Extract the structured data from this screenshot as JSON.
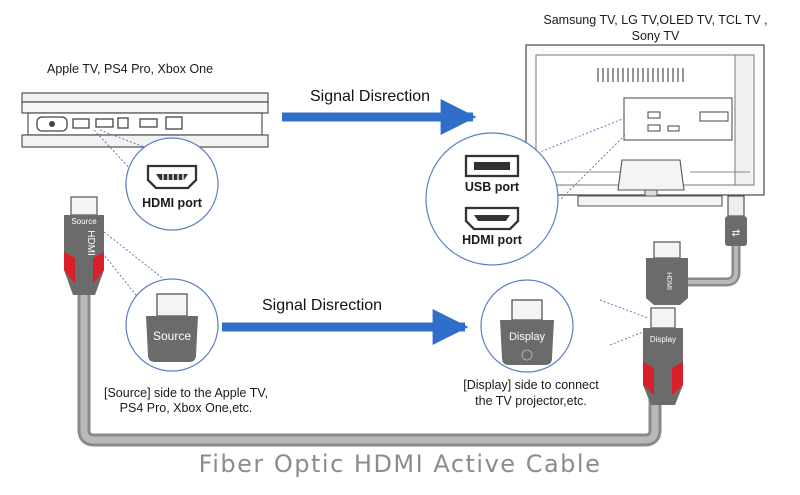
{
  "labels": {
    "source_devices": "Apple TV, PS4 Pro, Xbox One",
    "tv_devices_line1": "Samsung TV, LG TV,OLED TV, TCL TV ,",
    "tv_devices_line2": "Sony TV",
    "signal_direction_top": "Signal Disrection",
    "signal_direction_mid": "Signal Disrection",
    "hdmi_port": "HDMI port",
    "usb_port": "USB port",
    "tv_hdmi_port": "HDMI port",
    "source_desc_line1": "[Source] side to the Apple TV,",
    "source_desc_line2": "PS4 Pro, Xbox One,etc.",
    "display_desc_line1": "[Display] side to connect",
    "display_desc_line2": "the TV projector,etc.",
    "title": "Fiber Optic HDMI Active Cable"
  },
  "connector_text": {
    "source": "Source",
    "hdmi": "HDMI",
    "display": "Display"
  },
  "colors": {
    "arrow_blue": "#2f6ec9",
    "connector_gray": "#6b6b6b",
    "connector_red": "#d8202a",
    "cable_gray": "#9a9a9a",
    "title_gray": "#8c8c8c"
  },
  "icons": [
    "hdmi-port-icon",
    "usb-port-icon",
    "hdmi-connector-icon",
    "usb-connector-icon"
  ]
}
